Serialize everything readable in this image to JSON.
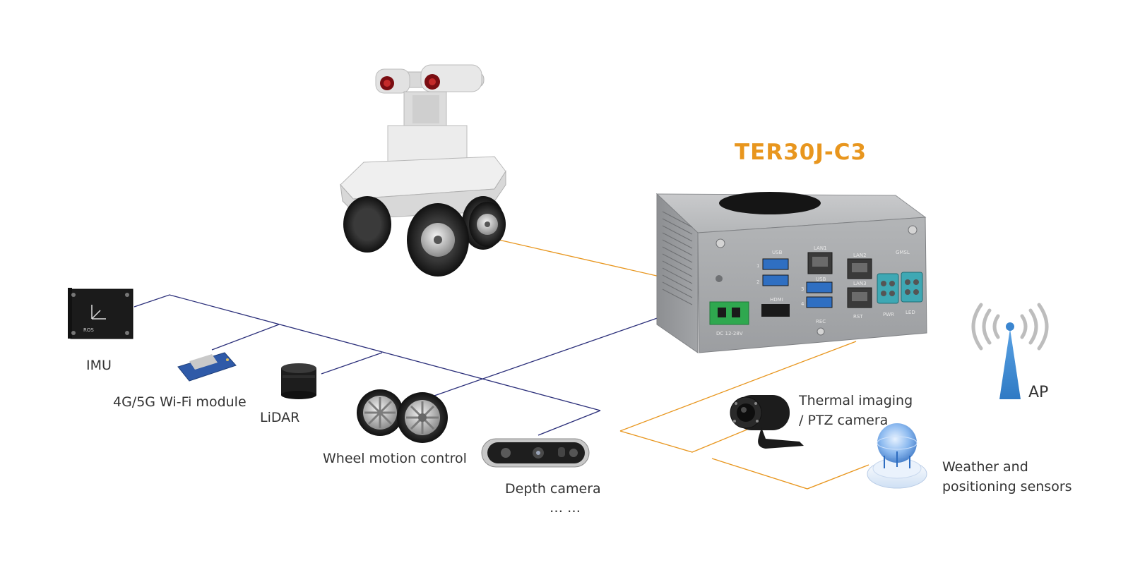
{
  "device": {
    "title": "TER30J-C3"
  },
  "labels": {
    "imu": "IMU",
    "wifi": "4G/5G Wi-Fi module",
    "lidar": "LiDAR",
    "wheel": "Wheel motion control",
    "depth": "Depth camera",
    "ellipsis": "… …",
    "thermal_line1": "Thermal imaging",
    "thermal_line2": "/ PTZ camera",
    "weather_line1": "Weather and",
    "weather_line2": "positioning sensors",
    "ap": "AP"
  },
  "ports": {
    "usb_a": "USB",
    "usb_b": "USB",
    "lan1": "LAN1",
    "lan2": "LAN2",
    "lan3": "LAN3",
    "gmsl": "GMSL",
    "hdmi": "HDMI",
    "dc": "DC 12-28V",
    "rec": "REC",
    "rst": "RST",
    "pwr": "PWR",
    "led": "LED",
    "n1": "1",
    "n2": "2",
    "n3": "3",
    "n4": "4"
  },
  "imu_module": {
    "brand": "ROS"
  },
  "colors": {
    "title": "#e8961e",
    "orange_line": "#e8961e",
    "navy_line": "#2b2f7a",
    "ap_blue": "#3b86d0",
    "device_gray": "#a7a9ac",
    "terminal_green": "#2fa84f"
  }
}
